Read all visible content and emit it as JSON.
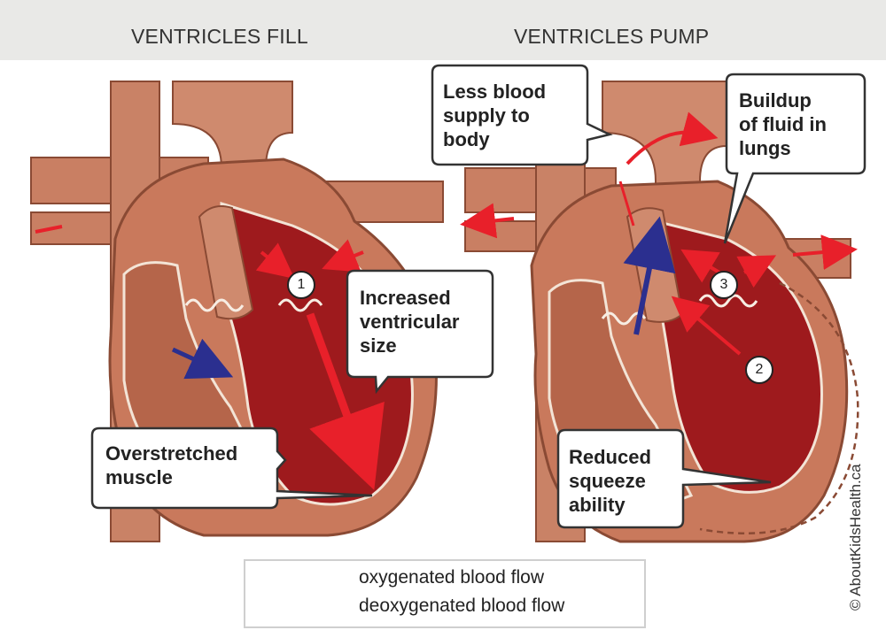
{
  "titles": {
    "left": "VENTRICLES FILL",
    "right": "VENTRICLES PUMP"
  },
  "callouts": {
    "increased_size": [
      "Increased",
      "ventricular",
      "size"
    ],
    "overstretched": [
      "Overstretched",
      "muscle"
    ],
    "less_blood": [
      "Less blood",
      "supply to",
      "body"
    ],
    "buildup": [
      "Buildup",
      "of fluid in",
      "lungs"
    ],
    "reduced_squeeze": [
      "Reduced",
      "squeeze",
      "ability"
    ]
  },
  "markers": {
    "one": "1",
    "two": "2",
    "three": "3"
  },
  "legend": {
    "oxygenated": "oxygenated blood flow",
    "deoxygenated": "deoxygenated blood flow",
    "oxygenated_color": "#e8202a",
    "deoxygenated_color": "#2b2f8f"
  },
  "copyright": "© AboutKidsHealth.ca"
}
